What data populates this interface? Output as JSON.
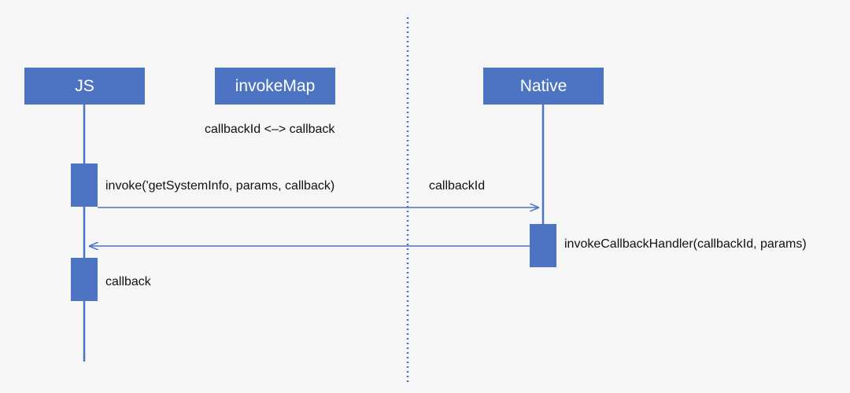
{
  "participants": {
    "js": "JS",
    "invoke_map": "invokeMap",
    "native": "Native"
  },
  "notes": {
    "map_relation": "callbackId <–> callback"
  },
  "messages": {
    "invoke": "invoke('getSystemInfo, params, callback)",
    "callback_id": "callbackId",
    "invoke_handler": "invokeCallbackHandler(callbackId, params)",
    "callback": "callback"
  },
  "colors": {
    "box": "#4d74c2",
    "line": "#4d74c2",
    "divider": "#4d74c2",
    "background": "#f6f6f6"
  }
}
